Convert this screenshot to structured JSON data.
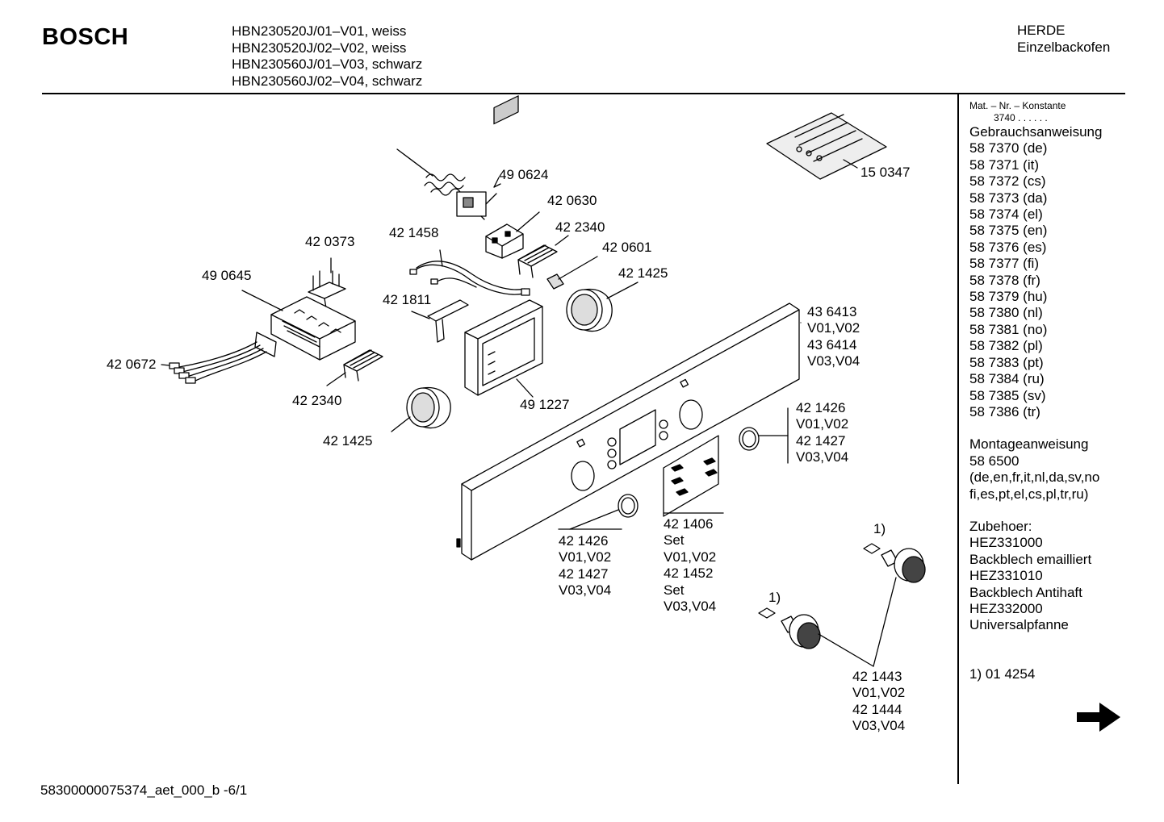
{
  "header": {
    "brand": "BOSCH",
    "models": [
      "HBN230520J/01–V01, weiss",
      "HBN230520J/02–V02, weiss",
      "HBN230560J/01–V03, schwarz",
      "HBN230560J/02–V04, schwarz"
    ],
    "category": [
      "HERDE",
      "Einzelbackofen"
    ]
  },
  "sidebar": {
    "const_label": "Mat. – Nr. – Konstante",
    "const_value": "3740 . . . . . .",
    "gebrauch_title": "Gebrauchsanweisung",
    "gebrauch_items": [
      "58 7370 (de)",
      "58 7371 (it)",
      "58 7372 (cs)",
      "58 7373 (da)",
      "58 7374 (el)",
      "58 7375 (en)",
      "58 7376 (es)",
      "58 7377 (fi)",
      "58 7378 (fr)",
      "58 7379 (hu)",
      "58 7380 (nl)",
      "58 7381 (no)",
      "58 7382 (pl)",
      "58 7383 (pt)",
      "58 7384 (ru)",
      "58 7385 (sv)",
      "58 7386 (tr)"
    ],
    "montage_title": "Montageanweisung",
    "montage_lines": [
      "58 6500",
      "(de,en,fr,it,nl,da,sv,no",
      "fi,es,pt,el,cs,pl,tr,ru)"
    ],
    "zubehoer_title": "Zubehoer:",
    "zubehoer_lines": [
      "HEZ331000",
      "Backblech emailliert",
      "HEZ331010",
      "Backblech Antihaft",
      "HEZ332000",
      "Universalpfanne"
    ],
    "footnote": "1) 01 4254"
  },
  "parts": {
    "p490624": "49 0624",
    "p150347": "15 0347",
    "p420630": "42 0630",
    "p421458": "42 1458",
    "p422340a": "42 2340",
    "p420601": "42 0601",
    "p420373": "42 0373",
    "p490645": "49 0645",
    "p421425a": "42 1425",
    "p421811": "42 1811",
    "p436413": [
      "43 6413",
      "V01,V02",
      "43 6414",
      "V03,V04"
    ],
    "p420672": "42 0672",
    "p422340b": "42 2340",
    "p491227": "49 1227",
    "p421426a": [
      "42 1426",
      "V01,V02",
      "42 1427",
      "V03,V04"
    ],
    "p421425b": "42 1425",
    "p421426b": [
      "42 1426",
      "V01,V02",
      "42 1427",
      "V03,V04"
    ],
    "p421406": [
      "42 1406",
      "Set",
      "V01,V02",
      "42 1452",
      "Set",
      "V03,V04"
    ],
    "p421443": [
      "42 1443",
      "V01,V02",
      "42 1444",
      "V03,V04"
    ],
    "note1a": "1)",
    "note1b": "1)"
  },
  "footer": {
    "doc_id": "58300000075374_aet_000_b  -6/1"
  },
  "icons": {
    "next": "right-arrow-icon"
  }
}
